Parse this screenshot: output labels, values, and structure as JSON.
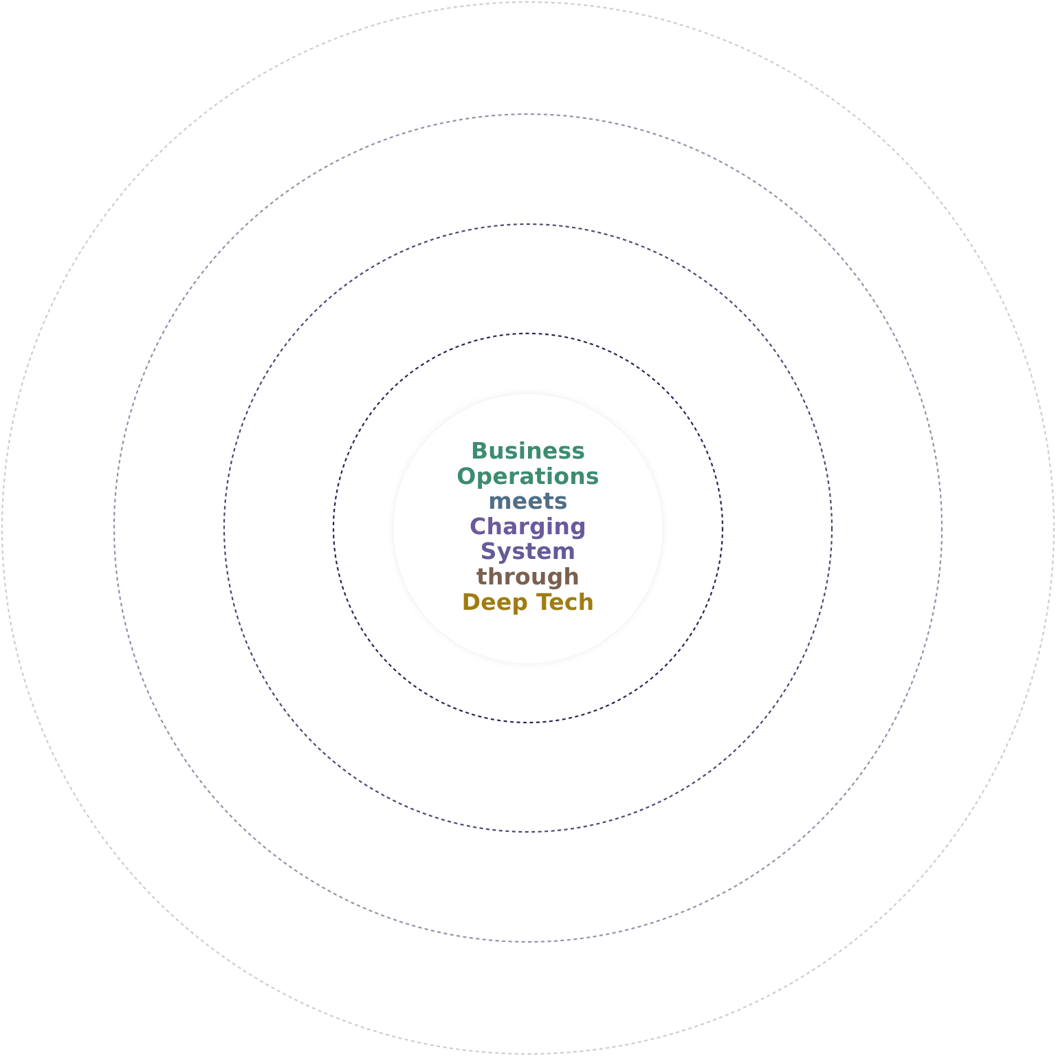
{
  "tagline": {
    "lines": [
      {
        "text": "Business",
        "color": "#3d8c6f"
      },
      {
        "text": "Operations",
        "color": "#3d8c6f"
      },
      {
        "text": "meets",
        "color": "#4f6e88"
      },
      {
        "text": "Charging",
        "color": "#6a5a9c"
      },
      {
        "text": "System",
        "color": "#665a98"
      },
      {
        "text": "through",
        "color": "#7a6050"
      },
      {
        "text": "Deep Tech",
        "color": "#a07c10"
      }
    ]
  },
  "rings": [
    {
      "name": "ring-1",
      "color": "#2a2550",
      "opacity": 1.0
    },
    {
      "name": "ring-2",
      "color": "#2c2855",
      "opacity": 0.85
    },
    {
      "name": "ring-3",
      "color": "#3a3560",
      "opacity": 0.55
    },
    {
      "name": "ring-4",
      "color": "#555566",
      "opacity": 0.3
    }
  ]
}
